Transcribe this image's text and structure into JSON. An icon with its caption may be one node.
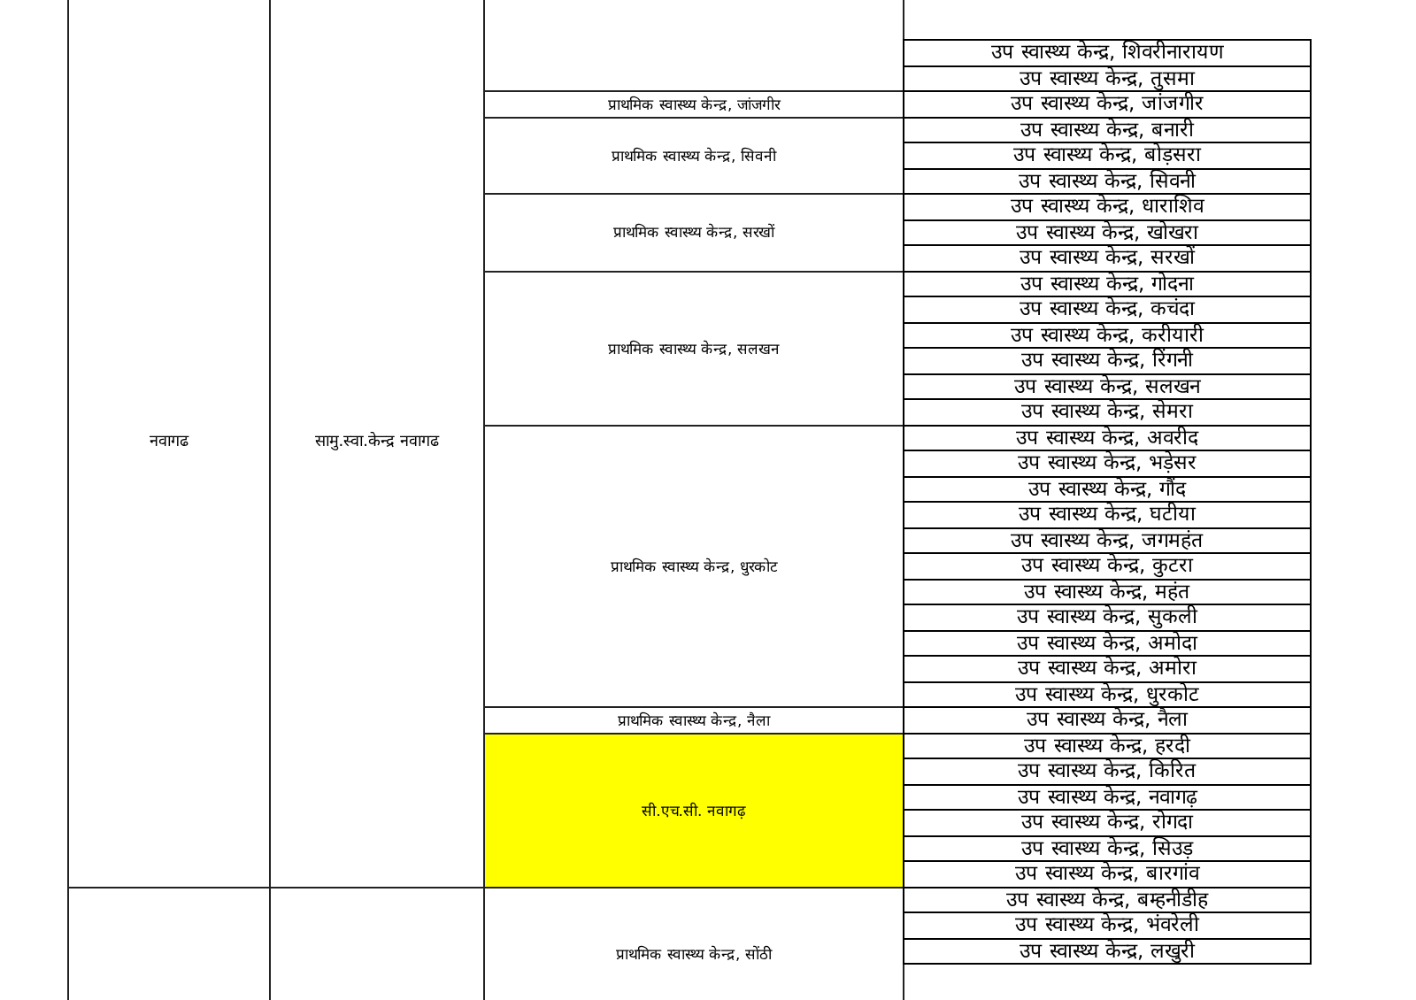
{
  "diagram": {
    "labels": [
      "नवागढ",
      "सामु.स्वा.केन्द्र नवागढ",
      "उप स्वास्थ्य केन्द्र, शिवरीनारायण",
      "उप स्वास्थ्य केन्द्र, तुसमा",
      "प्राथमिक स्वास्थ्य केन्द्र, जांजगीर",
      "उप स्वास्थ्य केन्द्र, जांजगीर",
      "प्राथमिक स्वास्थ्य केन्द्र, सिवनी",
      "उप स्वास्थ्य केन्द्र, बनारी",
      "उप स्वास्थ्य केन्द्र, बोड़सरा",
      "उप स्वास्थ्य केन्द्र, सिवनी",
      "प्राथमिक स्वास्थ्य केन्द्र, सरखों",
      "उप स्वास्थ्य केन्द्र, धाराशिव",
      "उप स्वास्थ्य केन्द्र, खोखरा",
      "उप स्वास्थ्य केन्द्र, सरखों",
      "प्राथमिक स्वास्थ्य केन्द्र, सलखन",
      "उप स्वास्थ्य केन्द्र, गोदना",
      "उप स्वास्थ्य केन्द्र, कचंदा",
      "उप स्वास्थ्य केन्द्र, करीयारी",
      "उप स्वास्थ्य केन्द्र, रिंगनी",
      "उप स्वास्थ्य केन्द्र, सलखन",
      "उप स्वास्थ्य केन्द्र, सेमरा",
      "प्राथमिक स्वास्थ्य केन्द्र, धुरकोट",
      "उप स्वास्थ्य केन्द्र, अवरीद",
      "उप स्वास्थ्य केन्द्र, भड़ेसर",
      "उप स्वास्थ्य केन्द्र, गौंद",
      "उप स्वास्थ्य केन्द्र, घटीया",
      "उप स्वास्थ्य केन्द्र, जगमहंत",
      "उप स्वास्थ्य केन्द्र, कुटरा",
      "उप स्वास्थ्य केन्द्र, महंत",
      "उप स्वास्थ्य केन्द्र, सुकली",
      "उप स्वास्थ्य केन्द्र, अमोदा",
      "उप स्वास्थ्य केन्द्र, अमोरा",
      "उप स्वास्थ्य केन्द्र, धुरकोट",
      "प्राथमिक स्वास्थ्य केन्द्र, नैला",
      "उप स्वास्थ्य केन्द्र, नैला",
      "सी.एच.सी. नवागढ़",
      "उप स्वास्थ्य केन्द्र, हरदी",
      "उप स्वास्थ्य केन्द्र, किरित",
      "उप स्वास्थ्य केन्द्र, नवागढ़",
      "उप स्वास्थ्य केन्द्र, रोगदा",
      "उप स्वास्थ्य केन्द्र, सिउड़",
      "उप स्वास्थ्य केन्द्र, बारगांव",
      "प्राथमिक स्वास्थ्य केन्द्र, सोंठी",
      "उप स्वास्थ्य केन्द्र, बम्हनीडीह",
      "उप स्वास्थ्य केन्द्र, भंवरेली",
      "उप स्वास्थ्य केन्द्र, लखुरी"
    ]
  }
}
